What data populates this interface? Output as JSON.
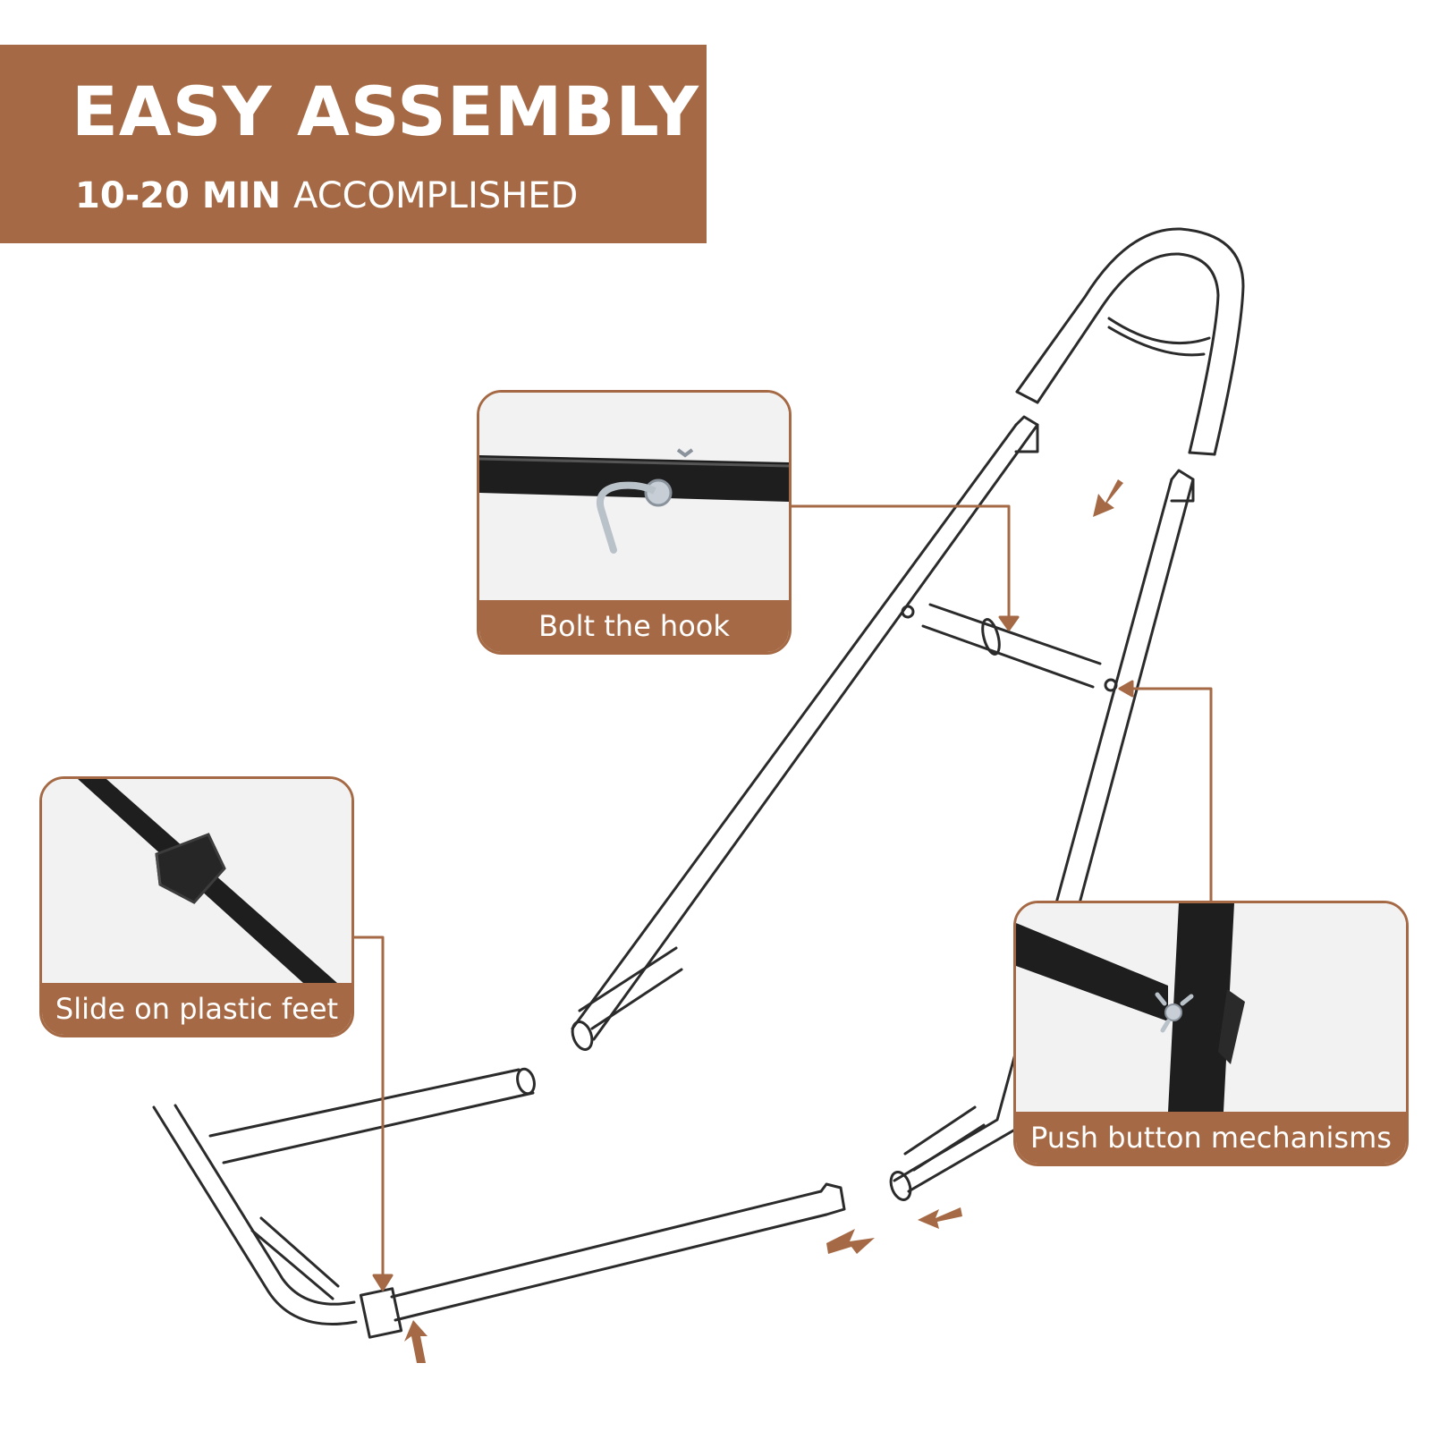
{
  "header": {
    "title": "EASY ASSEMBLY",
    "subtitle_strong": "10-20 MIN",
    "subtitle_rest": "ACCOMPLISHED"
  },
  "callouts": {
    "hook": {
      "label": "Bolt the hook"
    },
    "feet": {
      "label": "Slide on plastic feet"
    },
    "push": {
      "label": "Push button mechanisms"
    }
  },
  "colors": {
    "accent": "#a56a45",
    "frame_line": "#2b2b2b",
    "tube_black": "#1e1e1e",
    "text_on_accent": "#ffffff"
  },
  "icons": [
    "arrow-icon",
    "hook-icon",
    "wing-nut-icon",
    "plastic-foot-icon"
  ]
}
